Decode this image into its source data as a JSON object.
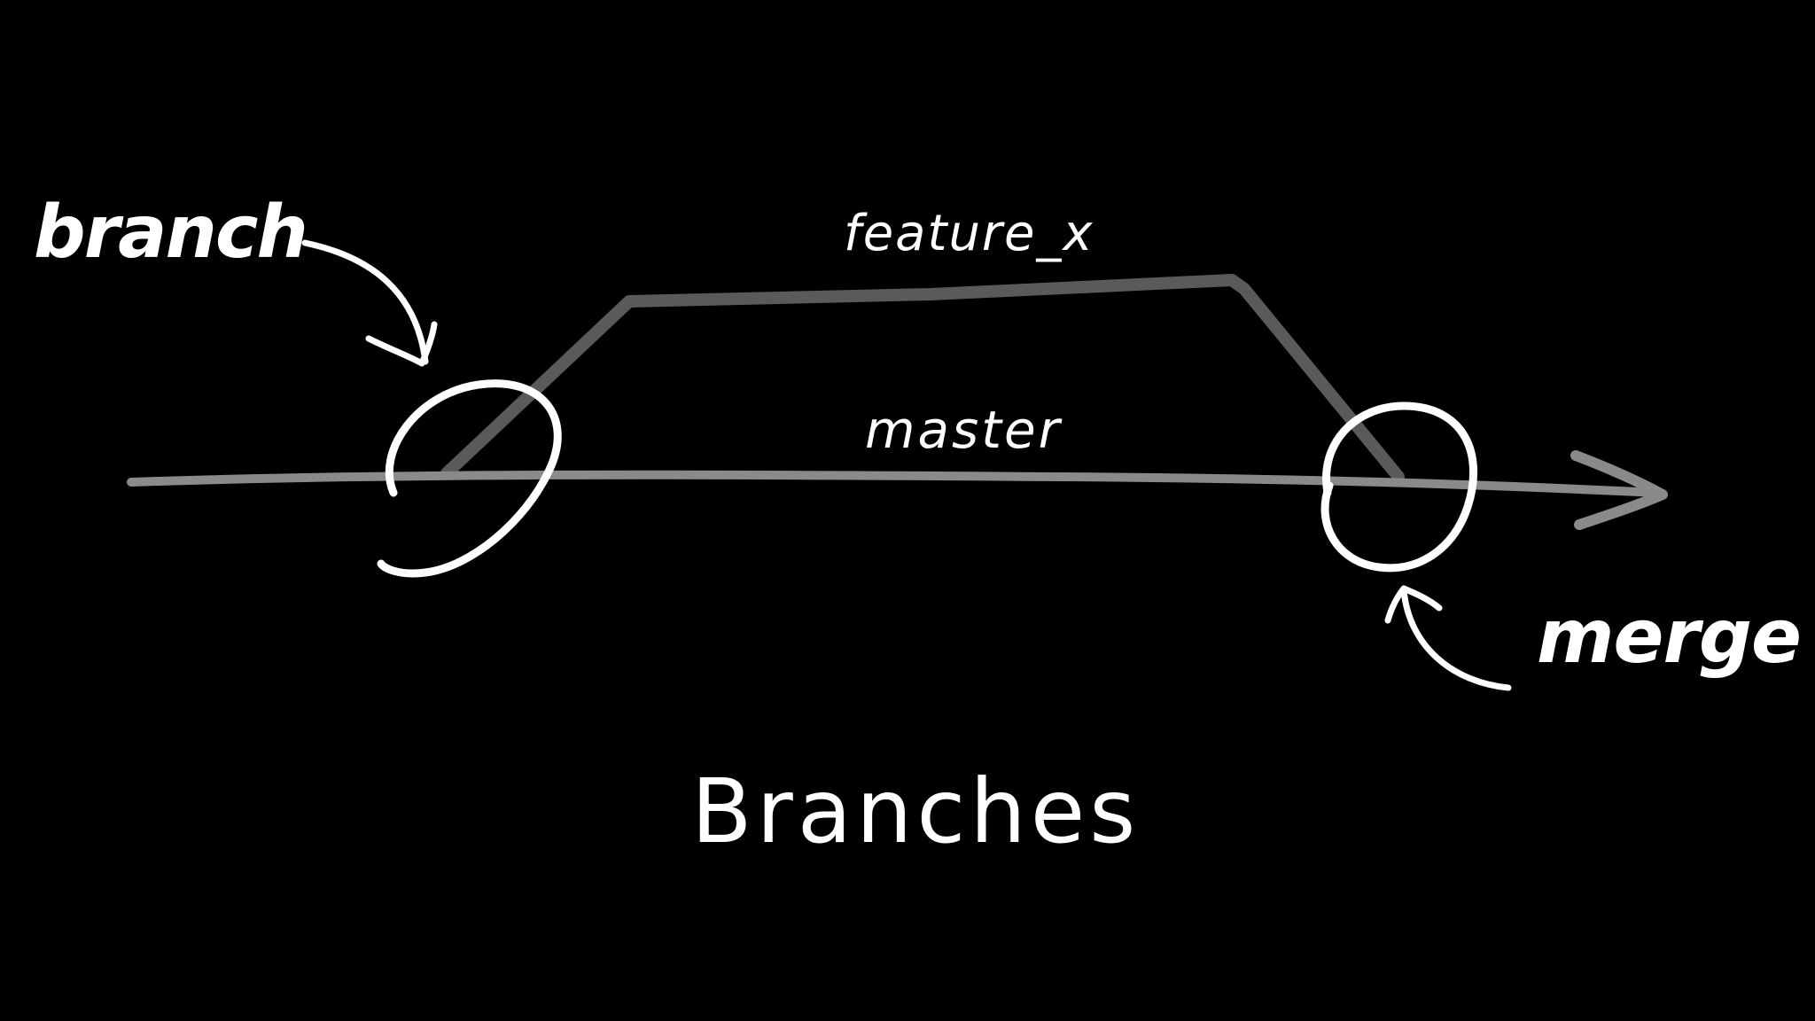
{
  "diagram": {
    "title": "Branches",
    "labels": {
      "branch": "branch",
      "feature": "feature_x",
      "master": "master",
      "merge": "merge"
    },
    "colors": {
      "background": "#000000",
      "ink": "#ffffff",
      "feature_line": "#5a5a5a",
      "master_line": "#8a8a8a"
    }
  }
}
